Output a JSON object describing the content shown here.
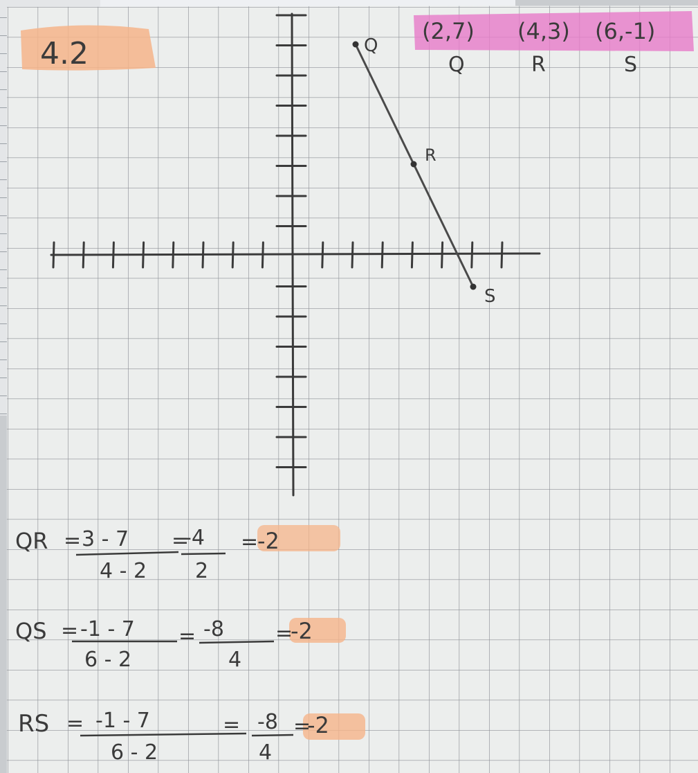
{
  "page": {
    "exercise_label": "4.2",
    "coordinates": [
      "(2,7)",
      "(4,3)",
      "(6,-1)"
    ],
    "coordinate_letters": [
      "Q",
      "R",
      "S"
    ]
  },
  "graph": {
    "point_labels": [
      "Q",
      "R",
      "S"
    ]
  },
  "work": {
    "qr": {
      "name": "QR",
      "num1": "3 - 7",
      "den1": "4 - 2",
      "num2": "-4",
      "den2": "2",
      "result": "-2"
    },
    "qs": {
      "name": "QS",
      "num1": "-1 - 7",
      "den1": "6 - 2",
      "num2": "-8",
      "den2": "4",
      "result": "-2"
    },
    "rs": {
      "name": "RS",
      "num1": "-1 - 7",
      "den1": "6 - 2",
      "num2": "-8",
      "den2": "4",
      "result": "-2"
    }
  },
  "colors": {
    "paper": "#eceeed",
    "grid": "#8e9298",
    "ink": "#3a3a3a",
    "orange_highlight": "#f6b48a",
    "pink_highlight": "#e77ac8"
  }
}
